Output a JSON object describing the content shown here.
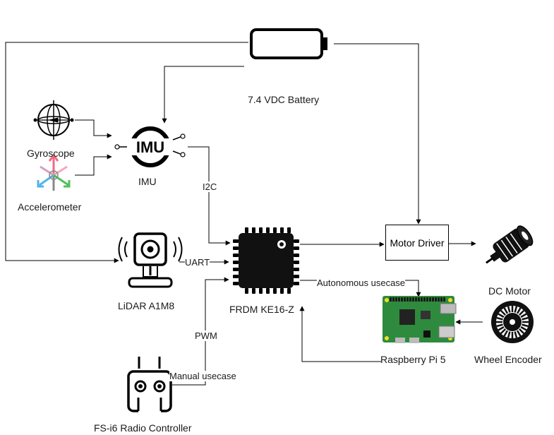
{
  "labels": {
    "battery": "7.4 VDC Battery",
    "imu": "IMU",
    "gyroscope": "Gyroscope",
    "accelerometer": "Accelerometer",
    "lidar": "LiDAR A1M8",
    "mcu": "FRDM KE16-Z",
    "motor_driver": "Motor Driver",
    "dc_motor": "DC Motor",
    "wheel_encoder": "Wheel Encoder",
    "raspberry_pi": "Raspberry Pi 5",
    "radio": "FS-i6 Radio Controller",
    "imu_chip_text": "IMU"
  },
  "edge_labels": {
    "i2c": "I2C",
    "uart": "UART",
    "pwm": "PWM",
    "manual": "Manual usecase",
    "autonomous": "Autonomous usecase"
  },
  "colors": {
    "line": "#000000",
    "chip": "#111111",
    "pcb_green": "#2e8b3d",
    "accent_yellow": "#f0e020"
  },
  "icons": [
    "battery-icon",
    "gyroscope-icon",
    "accelerometer-icon",
    "imu-icon",
    "lidar-icon",
    "microcontroller-icon",
    "dc-motor-icon",
    "wheel-encoder-icon",
    "raspberry-pi-icon",
    "radio-controller-icon"
  ]
}
